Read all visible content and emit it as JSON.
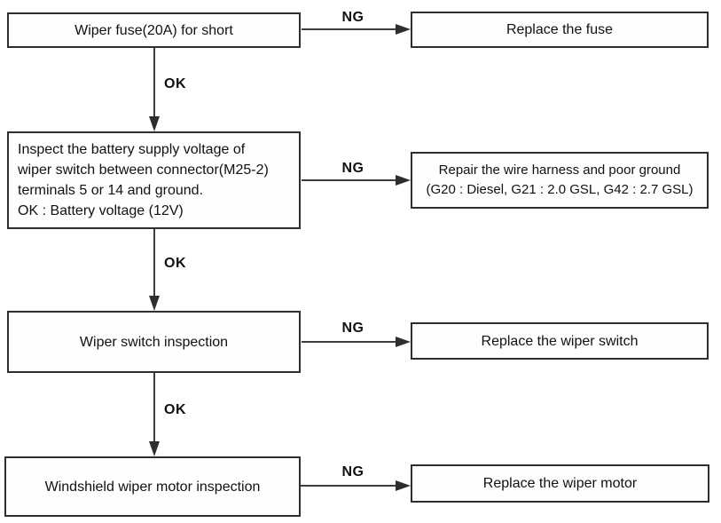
{
  "flow": {
    "ok_label": "OK",
    "ng_label": "NG",
    "steps": [
      {
        "label": "Wiper fuse(20A) for short",
        "action": "Replace the fuse"
      },
      {
        "label": "Inspect the battery supply voltage of\nwiper switch between connector(M25-2)\nterminals 5 or 14 and ground.\nOK : Battery voltage (12V)",
        "action": "Repair the wire harness and poor ground\n(G20 : Diesel, G21 : 2.0 GSL, G42 : 2.7 GSL)"
      },
      {
        "label": "Wiper switch inspection",
        "action": "Replace the wiper switch"
      },
      {
        "label": "Windshield wiper motor inspection",
        "action": "Replace the wiper motor"
      }
    ],
    "colors": {
      "line": "#3d3d3d",
      "border": "#2e2e2e",
      "text": "#111111",
      "background": "#ffffff"
    }
  }
}
